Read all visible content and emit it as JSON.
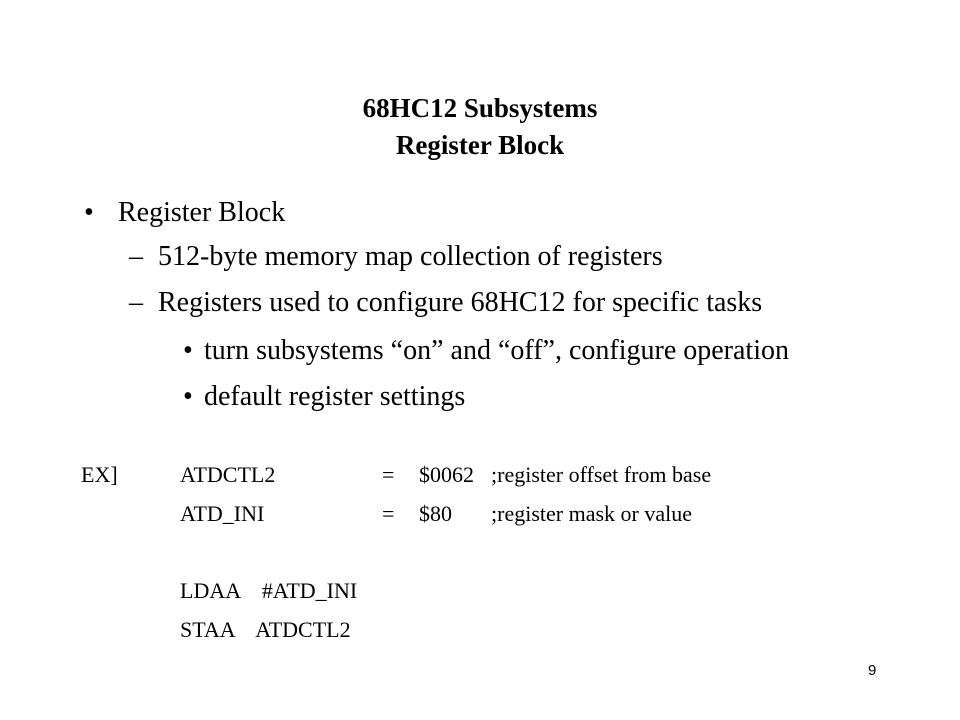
{
  "slide": {
    "title_line1": "68HC12 Subsystems",
    "title_line2": "Register Block",
    "bullets": {
      "level1_marker": "•",
      "level2_marker": "–",
      "level3_marker": "•",
      "item1": "Register Block",
      "item1_sub1": "512-byte memory map collection of registers",
      "item1_sub2": "Registers used to configure 68HC12 for specific tasks",
      "item1_sub2_sub1": "turn subsystems “on” and “off”, configure operation",
      "item1_sub2_sub2": "default register settings"
    },
    "example": {
      "label": "EX]",
      "line1": {
        "name": "ATDCTL2",
        "eq": "=",
        "value": "$0062",
        "comment": ";register offset from base"
      },
      "line2": {
        "name": "ATD_INI",
        "eq": "=",
        "value": "$80",
        "comment": ";register mask or value"
      },
      "line3": "LDAA    #ATD_INI",
      "line4": "STAA    ATDCTL2"
    },
    "page_number": "9"
  }
}
